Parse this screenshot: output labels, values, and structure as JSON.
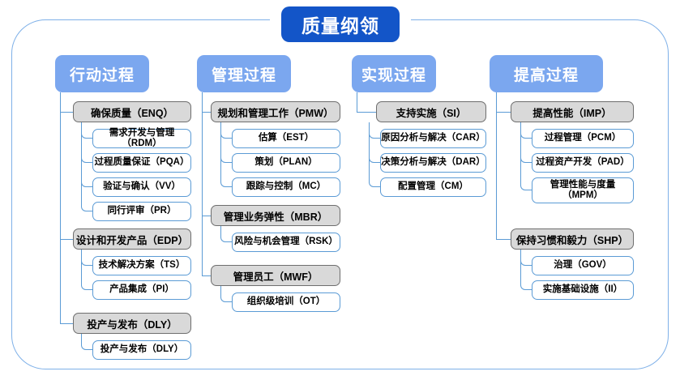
{
  "diagram": {
    "title": "质量纲领",
    "frame_color": "#7eb0e8",
    "title_color": "#1355c8",
    "header_color": "#7ba7ef",
    "group_color": "#d9d9d9",
    "leaf_border_color": "#5b9bd5"
  },
  "columns": [
    {
      "header": "行动过程",
      "groups": [
        {
          "label": "确保质量（ENQ）",
          "items": [
            "需求开发与管理（RDM）",
            "过程质量保证（PQA）",
            "验证与确认（VV）",
            "同行评审（PR）"
          ]
        },
        {
          "label": "设计和开发产品（EDP）",
          "items": [
            "技术解决方案（TS）",
            "产品集成（PI）"
          ]
        },
        {
          "label": "投产与发布（DLY）",
          "items": [
            "投产与发布（DLY）"
          ]
        }
      ]
    },
    {
      "header": "管理过程",
      "groups": [
        {
          "label": "规划和管理工作（PMW）",
          "items": [
            "估算（EST）",
            "策划（PLAN）",
            "跟踪与控制（MC）"
          ]
        },
        {
          "label": "管理业务弹性（MBR）",
          "items": [
            "风险与机会管理（RSK）"
          ]
        },
        {
          "label": "管理员工（MWF）",
          "items": [
            "组织级培训（OT）"
          ]
        }
      ]
    },
    {
      "header": "实现过程",
      "groups": [
        {
          "label": "支持实施（SI）",
          "items": [
            "原因分析与解决（CAR）",
            "决策分析与解决（DAR）",
            "配置管理（CM）"
          ]
        }
      ]
    },
    {
      "header": "提高过程",
      "groups": [
        {
          "label": "提高性能（IMP）",
          "items": [
            "过程管理（PCM）",
            "过程资产开发（PAD）",
            "管理性能与度量\n（MPM）"
          ]
        },
        {
          "label": "保持习惯和毅力（SHP）",
          "items": [
            "治理（GOV）",
            "实施基础设施（II）"
          ]
        }
      ]
    }
  ]
}
